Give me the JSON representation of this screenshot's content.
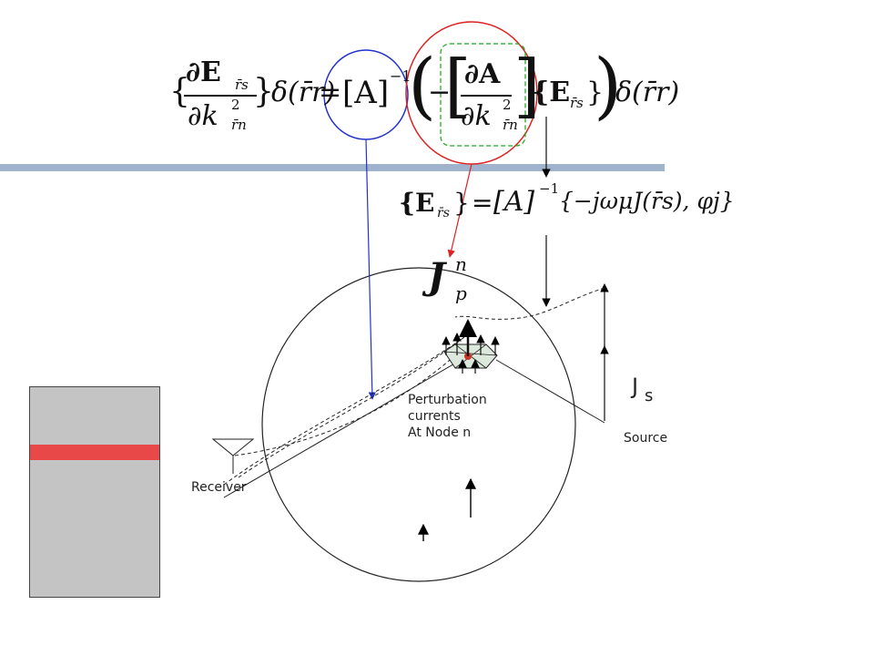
{
  "slide": {
    "background": "#ffffff",
    "title_bar_color": "#9fb3cc",
    "side_panel": {
      "fill": "#c4c4c4",
      "stripe_color": "#e84848"
    }
  },
  "equations": {
    "main": {
      "lhs_open": "{",
      "lhs_num": "∂E",
      "lhs_num_sub": "r̄s",
      "lhs_den": "∂k",
      "lhs_den_sup": "2",
      "lhs_den_sub": "r̄n",
      "lhs_close": "}",
      "delta_1": "δ(r̄r)",
      "equals": "=",
      "matrix_inverse": "[A]",
      "inverse_exp": "−1",
      "minus": "−",
      "deriv_num": "∂A",
      "deriv_den": "∂k",
      "deriv_den_sup": "2",
      "deriv_den_sub": "r̄n",
      "field": "{E",
      "field_sub": "r̄s",
      "field_close": "}",
      "delta_2": "δ(r̄r)"
    },
    "secondary": {
      "lhs": "{E",
      "lhs_sub": "r̄s",
      "lhs_close": "}",
      "equals": "=",
      "matrix": "[A]",
      "exp": "−1",
      "rhs": "{−jωμJ(r̄s), φj}"
    },
    "current_symbol": {
      "letter": "J",
      "sup": "n",
      "sub": "p"
    }
  },
  "highlights": {
    "inverse_circle_color": "#2233cc",
    "bracket_circle_color": "#dd2222",
    "dashed_box_color": "#22aa22"
  },
  "labels": {
    "js_letter": "J",
    "js_sub": "s",
    "perturbation": "Perturbation\ncurrents\nAt Node n",
    "source": "Source",
    "receiver": "Receiver"
  }
}
